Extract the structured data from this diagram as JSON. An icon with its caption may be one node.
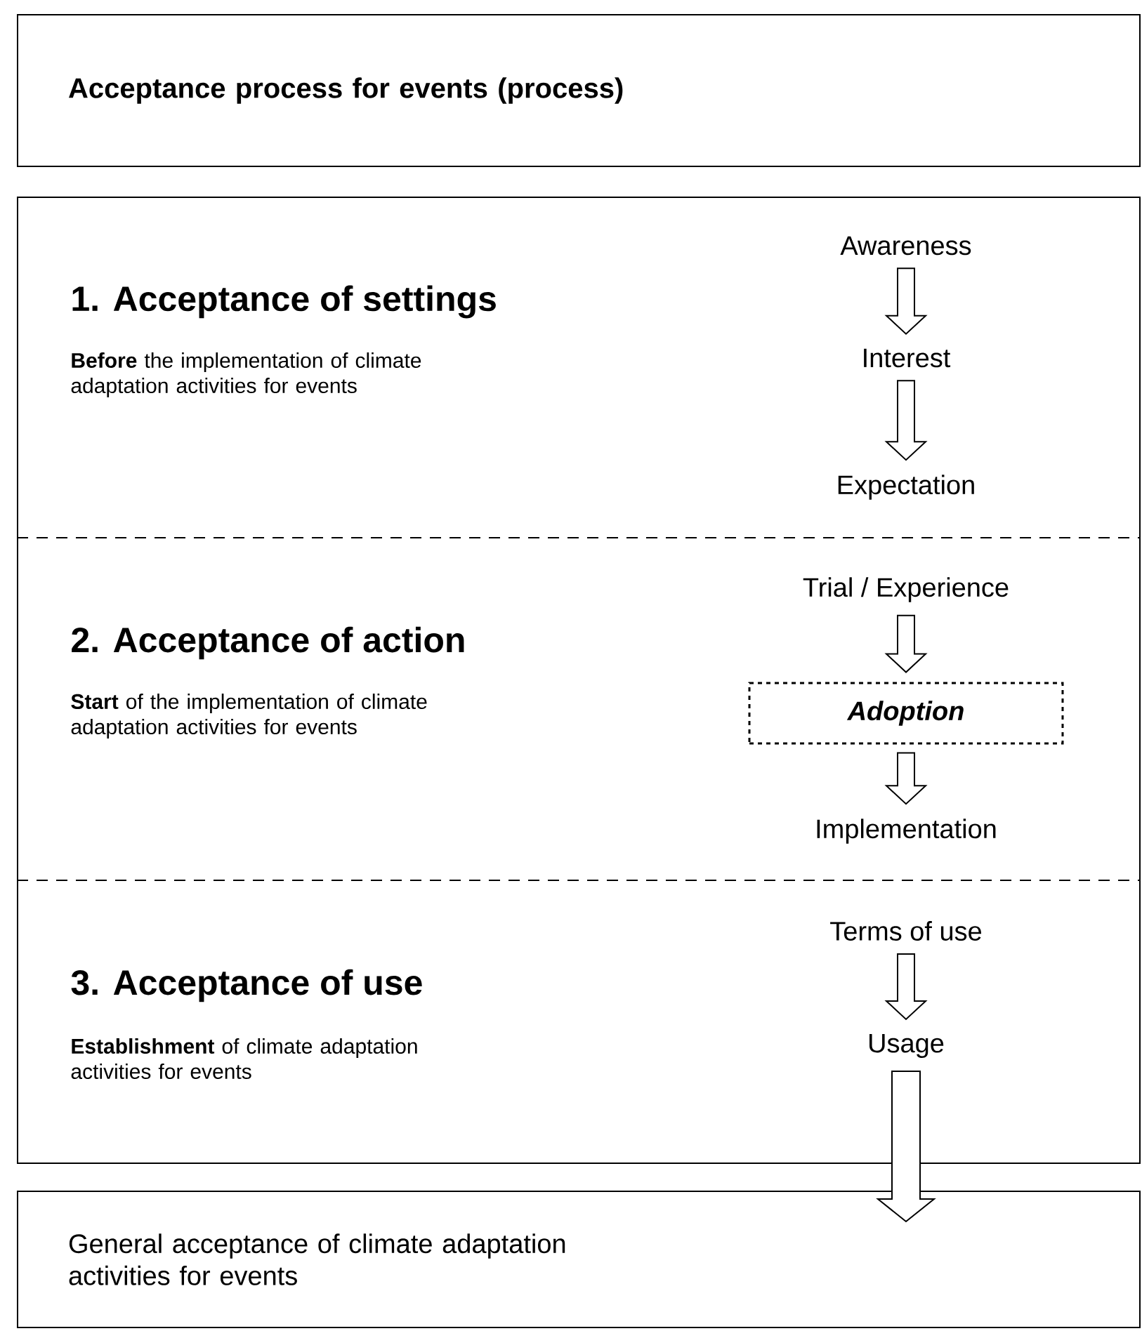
{
  "diagram": {
    "nodes": [
      {
        "text": [
          "Acceptance process for events (process)"
        ]
      },
      {
        "text": [],
        "shape": "box"
      },
      {
        "text": [
          "1. Acceptance of settings",
          "**Before** the implementation of climate adaptation activities for events"
        ],
        "in": 1
      },
      {
        "text": [
          "Awareness"
        ],
        "in": 2
      },
      {
        "text": [
          "Interest"
        ],
        "in": 2
      },
      {
        "text": [
          "Expectation"
        ],
        "in": 2
      },
      {
        "text": [
          "2. Acceptance of action",
          "**Start** of the implementation of climate adaptation activities for events"
        ],
        "in": 1
      },
      {
        "text": [
          "Trial / Experience"
        ],
        "in": 6
      },
      {
        "text": [
          "Adoption"
        ],
        "in": 6
      },
      {
        "text": [
          "Implementation"
        ],
        "in": 6
      },
      {
        "text": [
          "3. Acceptance of use",
          "**Establishment** of climate adaptation activities for events"
        ],
        "in": 1
      },
      {
        "text": [
          "Terms of use"
        ],
        "in": 10
      },
      {
        "text": [
          "Usage"
        ],
        "in": 10
      },
      {
        "text": [
          "General acceptance of climate adaptation activities for events"
        ]
      }
    ],
    "edges": [
      {
        "from": 3,
        "to": 4,
        "arrow": "to"
      },
      {
        "from": 4,
        "to": 5,
        "arrow": "to"
      },
      {
        "from": 7,
        "to": 8,
        "arrow": "to"
      },
      {
        "from": 8,
        "to": 9,
        "arrow": "to"
      },
      {
        "from": 11,
        "to": 12,
        "arrow": "to"
      },
      {
        "from": 12,
        "to": 13,
        "arrow": "to"
      }
    ]
  }
}
